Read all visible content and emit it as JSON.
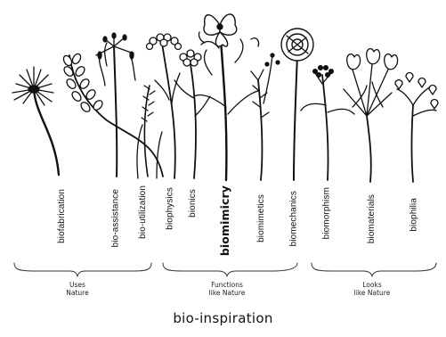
{
  "title": "bio-inspiration",
  "plants": [
    {
      "label": "biofabrication",
      "icon": "spiky-flower-icon",
      "bold": false
    },
    {
      "label": "bio-assistance",
      "icon": "leafy-vine-icon",
      "bold": false
    },
    {
      "label": "bio-utilization",
      "icon": "grass-spike-icon",
      "bold": false
    },
    {
      "label": "biophysics",
      "icon": "umbel-flower-icon",
      "bold": false
    },
    {
      "label": "bionics",
      "icon": "round-cluster-flower-icon",
      "bold": false
    },
    {
      "label": "biomimicry",
      "icon": "large-blossom-icon",
      "bold": true
    },
    {
      "label": "biomimetics",
      "icon": "slender-sprig-icon",
      "bold": false
    },
    {
      "label": "biomechanics",
      "icon": "peony-flower-icon",
      "bold": false
    },
    {
      "label": "biomorphism",
      "icon": "yarrow-flower-icon",
      "bold": false
    },
    {
      "label": "biomaterials",
      "icon": "tulip-bouquet-icon",
      "bold": false
    },
    {
      "label": "biophilia",
      "icon": "bluebell-flower-icon",
      "bold": false
    }
  ],
  "groups": [
    {
      "label": "Uses\nNature"
    },
    {
      "label": "Functions\nlike Nature"
    },
    {
      "label": "Looks\nlike Nature"
    }
  ]
}
